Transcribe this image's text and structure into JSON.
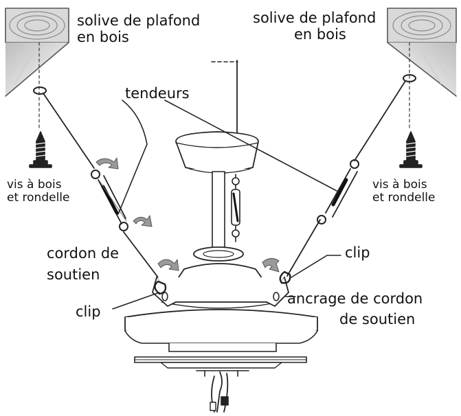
{
  "labels": {
    "joist_left_line1": "solive de plafond",
    "joist_left_line2": "en bois",
    "joist_right_line1": "solive de plafond",
    "joist_right_line2": "en bois",
    "tensioners": "tendeurs",
    "screw_left_line1": "vis à bois",
    "screw_left_line2": "et rondelle",
    "screw_right_line1": "vis à bois",
    "screw_right_line2": "et rondelle",
    "cord_line1": "cordon de",
    "cord_line2": "soutien",
    "clip_left": "clip",
    "clip_right": "clip",
    "anchor_line1": "ancrage de cordon",
    "anchor_line2": "de soutien"
  },
  "icons": {
    "joist": "wood-joist-icon",
    "screw": "wood-screw-icon",
    "turnbuckle": "turnbuckle-icon",
    "twist_arrow": "twist-arrow-icon",
    "clip": "clip-icon"
  }
}
